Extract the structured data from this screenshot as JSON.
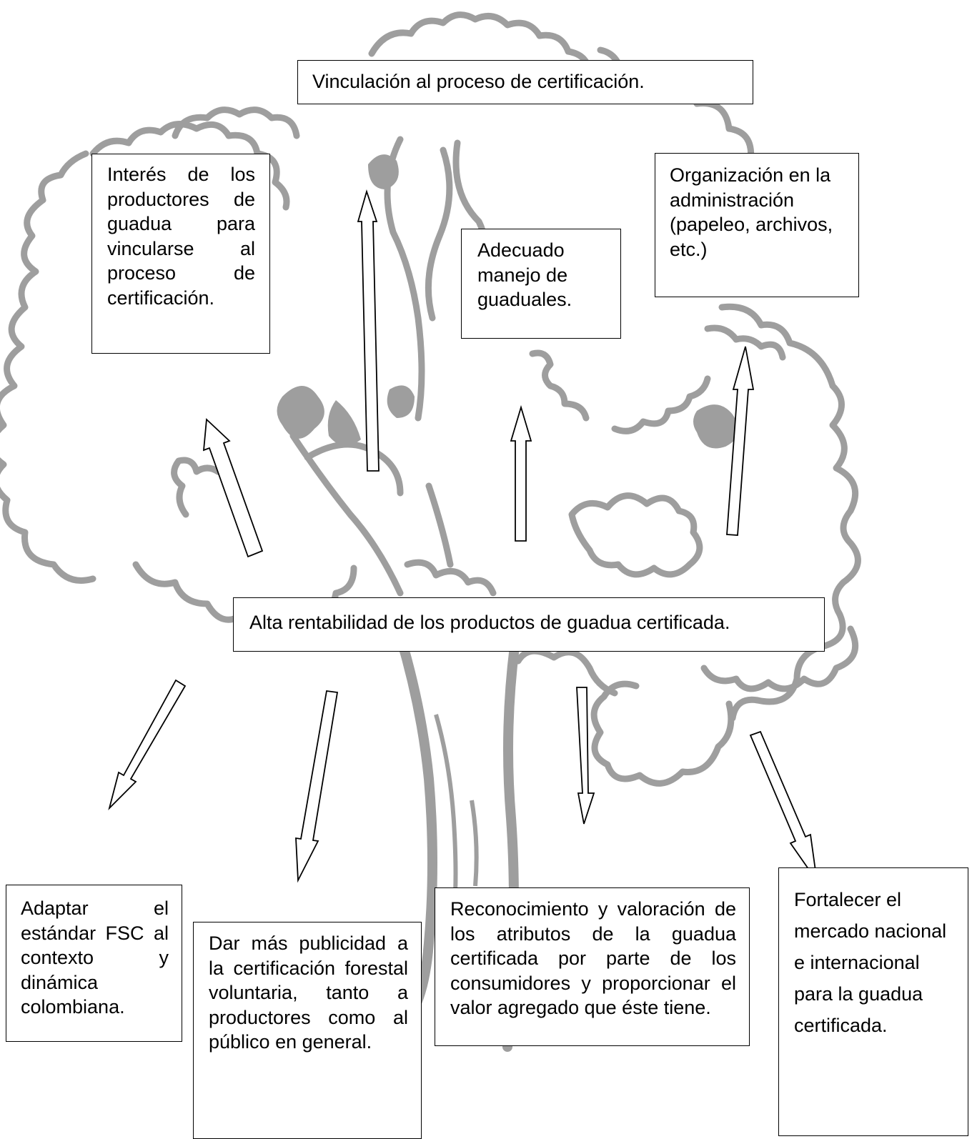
{
  "diagram": {
    "central": {
      "text": "Alta rentabilidad de los productos de guadua certificada."
    },
    "effects": [
      {
        "id": "vinculacion",
        "text": "Vinculación al proceso de certificación."
      },
      {
        "id": "interes",
        "text": "Interés de los productores de guadua para vincularse al proceso de certificación."
      },
      {
        "id": "manejo",
        "text": "Adecuado manejo de guaduales."
      },
      {
        "id": "organizacion",
        "text": "Organización en la administración (papeleo, archivos, etc.)"
      }
    ],
    "causes": [
      {
        "id": "adaptar",
        "text": "Adaptar el estándar FSC al contexto y dinámica colombiana."
      },
      {
        "id": "publicidad",
        "text": "Dar más publicidad a la certificación forestal voluntaria, tanto a productores como al público en general."
      },
      {
        "id": "reconocimiento",
        "text": "Reconocimiento y valoración de los atributos de la guadua certificada por parte de los consumidores y proporcionar el valor agregado que éste tiene."
      },
      {
        "id": "fortalecer",
        "text": "Fortalecer el mercado nacional e internacional para la guadua certificada."
      }
    ],
    "colors": {
      "tree": "#9e9e9e",
      "box_border": "#000000",
      "arrow_stroke": "#000000",
      "arrow_fill": "#ffffff",
      "background": "#ffffff"
    }
  }
}
